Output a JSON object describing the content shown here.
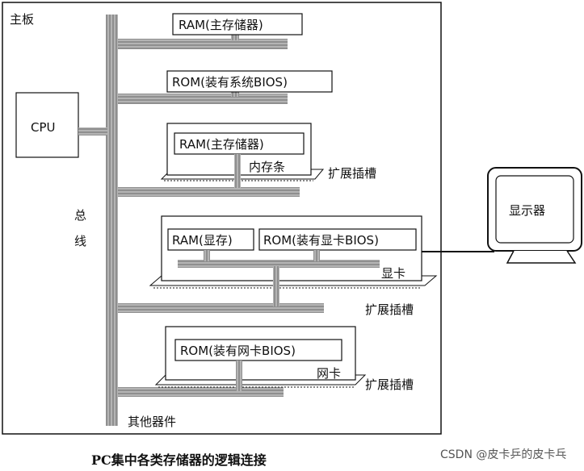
{
  "motherboard": {
    "label": "主板"
  },
  "cpu": {
    "label": "CPU"
  },
  "bus": {
    "label_line1": "总",
    "label_line2": "线"
  },
  "ram_main": {
    "label": "RAM(主存储器)"
  },
  "rom_bios": {
    "label": "ROM(装有系统BIOS)"
  },
  "memory_module": {
    "ram_label": "RAM(主存储器)",
    "card_label": "内存条",
    "slot_label": "扩展插槽"
  },
  "graphics_card": {
    "vram_label": "RAM(显存)",
    "rom_label": "ROM(装有显卡BIOS)",
    "card_label": "显卡",
    "slot_label": "扩展插槽"
  },
  "network_card": {
    "rom_label": "ROM(装有网卡BIOS)",
    "card_label": "网卡",
    "slot_label": "扩展插槽"
  },
  "other_devices": {
    "label": "其他器件"
  },
  "monitor": {
    "label": "显示器"
  },
  "caption": "PC集中各类存储器的逻辑连接",
  "watermark": "CSDN @皮卡乒的皮卡乓",
  "colors": {
    "bus": "#9a9a9a",
    "bus_stripe": "#ffffff",
    "border": "#111111"
  }
}
